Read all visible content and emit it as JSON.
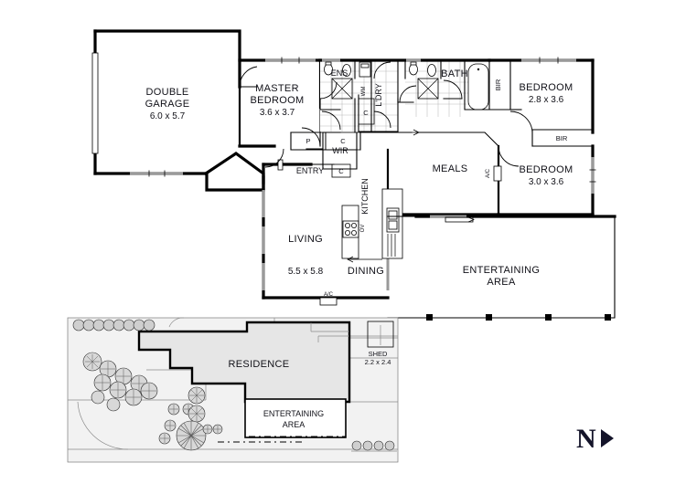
{
  "document": {
    "type": "real-estate-floor-plan",
    "title": "Residential Floor Plan and Site Plan"
  },
  "floorplan": {
    "rooms": [
      {
        "id": "double-garage",
        "name": "DOUBLE GARAGE",
        "name_line1": "DOUBLE",
        "name_line2": "GARAGE",
        "dimensions": "6.0 x 5.7"
      },
      {
        "id": "master-bedroom",
        "name": "MASTER BEDROOM",
        "name_line1": "MASTER",
        "name_line2": "BEDROOM",
        "dimensions": "3.6 x 3.7"
      },
      {
        "id": "bedroom-2",
        "name": "BEDROOM",
        "name_line1": "BEDROOM",
        "name_line2": "",
        "dimensions": "2.8 x 3.6"
      },
      {
        "id": "bedroom-3",
        "name": "BEDROOM",
        "name_line1": "BEDROOM",
        "name_line2": "",
        "dimensions": "3.0 x 3.6"
      },
      {
        "id": "living",
        "name": "LIVING",
        "name_line1": "LIVING",
        "name_line2": "",
        "dimensions": "5.5 x 5.8"
      },
      {
        "id": "dining",
        "name": "DINING",
        "name_line1": "DINING",
        "name_line2": "",
        "dimensions": ""
      },
      {
        "id": "kitchen",
        "name": "KITCHEN",
        "name_line1": "KITCHEN",
        "name_line2": "",
        "dimensions": ""
      },
      {
        "id": "meals",
        "name": "MEALS",
        "name_line1": "MEALS",
        "name_line2": "",
        "dimensions": ""
      },
      {
        "id": "entry",
        "name": "ENTRY",
        "name_line1": "ENTRY",
        "name_line2": "",
        "dimensions": ""
      },
      {
        "id": "bath",
        "name": "BATH",
        "name_line1": "BATH",
        "name_line2": "",
        "dimensions": ""
      },
      {
        "id": "ensuite",
        "name": "ENS",
        "name_line1": "ENS",
        "name_line2": "",
        "dimensions": ""
      },
      {
        "id": "laundry",
        "name": "L'DRY",
        "name_line1": "L'DRY",
        "name_line2": "",
        "dimensions": ""
      },
      {
        "id": "wir",
        "name": "WIR",
        "name_line1": "WIR",
        "name_line2": "",
        "dimensions": ""
      },
      {
        "id": "entertaining-area",
        "name": "ENTERTAINING AREA",
        "name_line1": "ENTERTAINING",
        "name_line2": "AREA",
        "dimensions": ""
      }
    ],
    "labels": {
      "double_garage": "DOUBLE",
      "double_garage_2": "GARAGE",
      "double_garage_dim": "6.0 x 5.7",
      "master_bedroom": "MASTER",
      "master_bedroom_2": "BEDROOM",
      "master_bedroom_dim": "3.6 x 3.7",
      "ens": "ENS",
      "wm": "WM",
      "ldry": "L'DRY",
      "bath": "BATH",
      "bir_top": "BIR",
      "bir_mid": "BIR",
      "bedroom2": "BEDROOM",
      "bedroom2_dim": "2.8 x 3.6",
      "bedroom3": "BEDROOM",
      "bedroom3_dim": "3.0 x 3.6",
      "wir": "WIR",
      "cupboard_a": "C",
      "pantry": "P",
      "cupboard_b": "C",
      "cupboard_entry": "C",
      "entry": "ENTRY",
      "kitchen": "KITCHEN",
      "oven": "OV",
      "living": "LIVING",
      "living_dim": "5.5 x 5.8",
      "dining": "DINING",
      "meals": "MEALS",
      "ac_living": "A/C",
      "ac_bedroom": "A/C",
      "entertaining": "ENTERTAINING",
      "entertaining_2": "AREA"
    }
  },
  "siteplan": {
    "labels": {
      "residence": "RESIDENCE",
      "entertaining": "ENTERTAINING",
      "entertaining_2": "AREA",
      "shed": "SHED",
      "shed_dim": "2.2 x 2.4"
    }
  },
  "compass": {
    "letter": "N",
    "arrow": "▶",
    "orientation": "east-pointing"
  },
  "colors": {
    "wall": "#000000",
    "window": "#9a9a9a",
    "tile_grid": "#b9b9b9",
    "site_ground": "#f2f2f2",
    "site_residence": "#e6e6e6",
    "tree": "#d8d8d8",
    "text": "#111118"
  }
}
